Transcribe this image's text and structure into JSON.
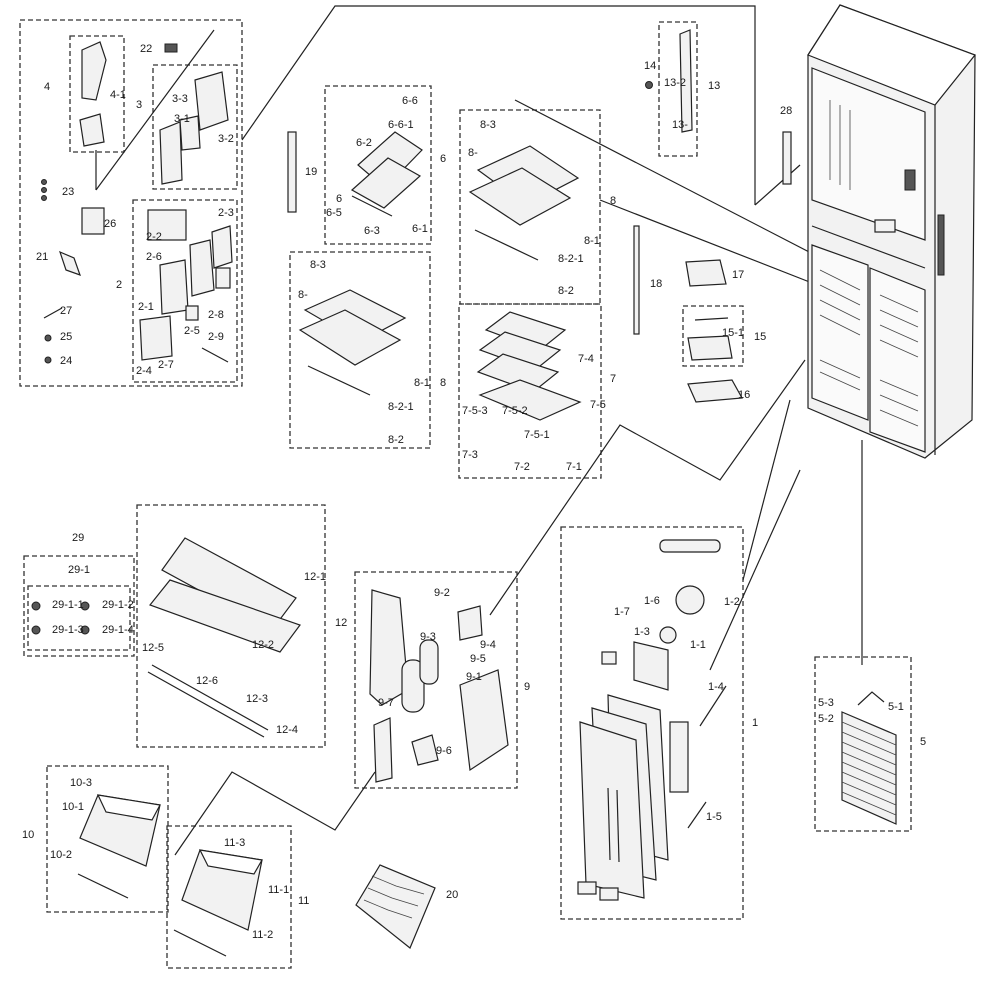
{
  "labels": [
    "1",
    "1-1",
    "1-2",
    "1-3",
    "1-4",
    "1-5",
    "1-6",
    "1-7",
    "2",
    "2-1",
    "2-2",
    "2-3",
    "2-4",
    "2-5",
    "2-6",
    "2-7",
    "2-8",
    "2-9",
    "3",
    "3-1",
    "3-2",
    "3-3",
    "4",
    "4-1",
    "5",
    "5-1",
    "5-2",
    "5-3",
    "6",
    "6-1",
    "6-2",
    "6-3",
    "6-5",
    "6-6",
    "6-6-1",
    "6",
    "7",
    "7-1",
    "7-2",
    "7-3",
    "7-4",
    "7-5",
    "7-5-1",
    "7-5-2",
    "7-5-3",
    "8",
    "8-1",
    "8-2",
    "8-2-1",
    "8-3",
    "8-",
    "8",
    "8-1",
    "8-2",
    "8-2-1",
    "8-3",
    "8-",
    "9",
    "9-1",
    "9-2",
    "9-3",
    "9-4",
    "9-5",
    "9-6",
    "9-7",
    "10",
    "10-1",
    "10-2",
    "10-3",
    "11",
    "11-1",
    "11-2",
    "11-3",
    "12",
    "12-1",
    "12-2",
    "12-3",
    "12-4",
    "12-5",
    "12-6",
    "13",
    "13-",
    "13-2",
    "14",
    "15",
    "15-1",
    "16",
    "17",
    "18",
    "19",
    "20",
    "21",
    "22",
    "23",
    "24",
    "25",
    "26",
    "27",
    "28",
    "29",
    "29-1",
    "29-1-1",
    "29-1-2",
    "29-1-3",
    "29-1-4"
  ]
}
